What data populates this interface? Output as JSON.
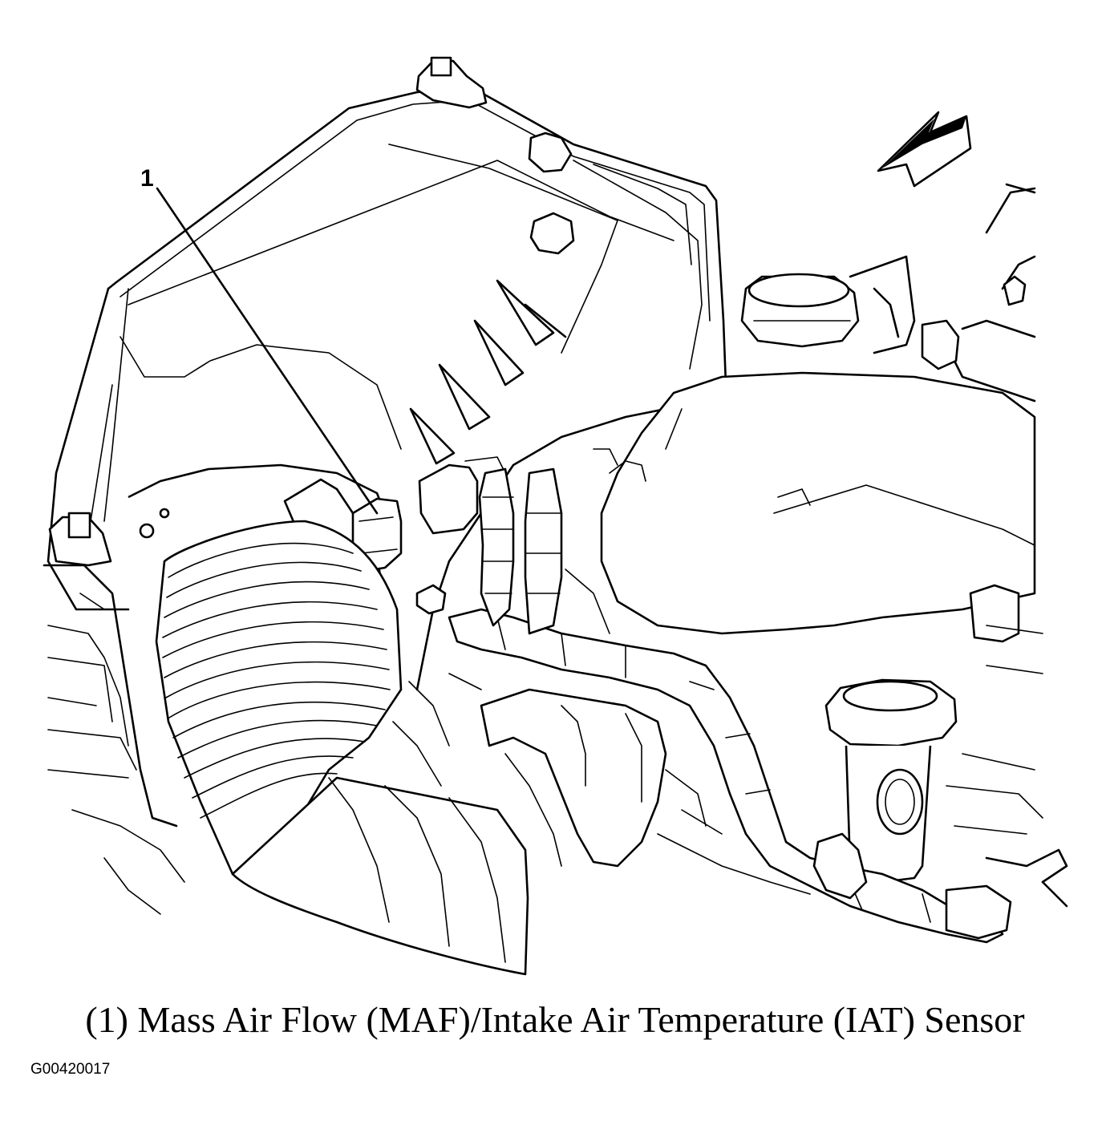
{
  "figure": {
    "callout_number": "1",
    "caption": "(1) Mass Air Flow (MAF)/Intake Air Temperature (IAT) Sensor",
    "figure_id": "G00420017"
  },
  "icons": {
    "direction_arrow": "front-direction-arrow-icon"
  }
}
